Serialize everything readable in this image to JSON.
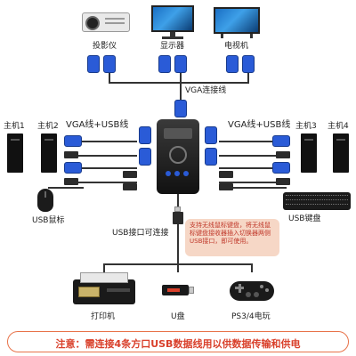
{
  "devices_top": {
    "projector": "投影仪",
    "monitor": "显示器",
    "tv": "电视机"
  },
  "vga_cable_label": "VGA连接线",
  "side_left": {
    "cable_label": "VGA线+USB线",
    "host1": "主机1",
    "host2": "主机2"
  },
  "side_right": {
    "cable_label": "VGA线+USB线",
    "host3": "主机3",
    "host4": "主机4"
  },
  "usb_mouse": "USB鼠标",
  "usb_keyboard": "USB键盘",
  "usb_port_label": "USB接口可连接",
  "info_note": "支持无线鼠标键盘，将无线鼠标键盘接收器插入切换器两侧USB接口，即可使用。",
  "devices_bottom": {
    "printer": "打印机",
    "udisk": "U盘",
    "gamepad": "PS3/4电玩"
  },
  "bottom_note": "注意：需连接4条方口USB数据线用以供数据传输和供电",
  "colors": {
    "vga_blue": "#2a5bd7",
    "note_red": "#d9402b",
    "note_border": "#e8734a",
    "info_bg": "#f6d7c6"
  }
}
